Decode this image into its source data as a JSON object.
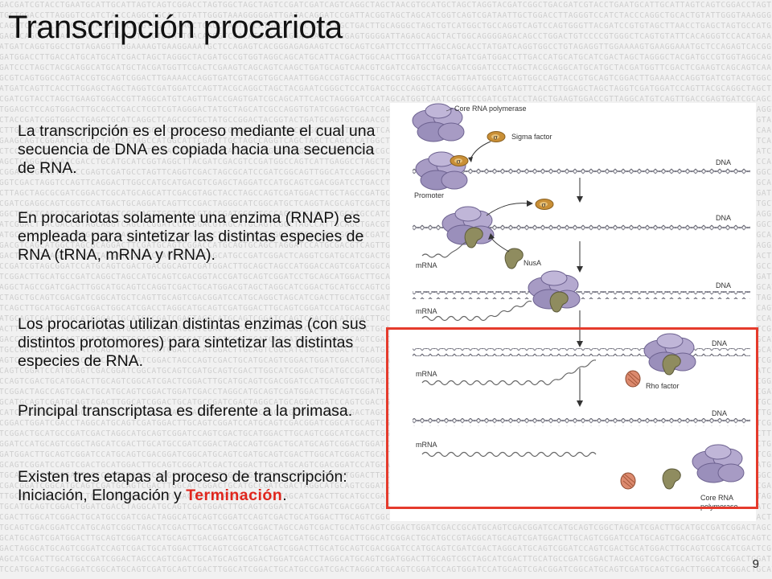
{
  "slide": {
    "title": "Transcripción procariota",
    "page_number": "9",
    "paragraphs": [
      {
        "text": "La transcripción es el proceso mediante el cual una secuencia de DNA es copiada hacia una secuencia de RNA."
      },
      {
        "text": "En procariotas solamente una enzima (RNAP) es empleada para sintetizar las distintas especies de RNA (tRNA, mRNA y rRNA)."
      },
      {
        "text": "Los procariotas utilizan distintas enzimas (con sus distintos protomores) para sintetizar las distintas especies de RNA."
      },
      {
        "text": "Principal transcriptasa es diferente a la primasa."
      },
      {
        "text_before": "Existen tres etapas al proceso de transcripción: Iniciación, Elongación y ",
        "highlight": "Terminación",
        "text_after": "."
      }
    ]
  },
  "figure": {
    "labels": {
      "core_rna_polymerase": "Core RNA polymerase",
      "sigma_factor": "Sigma factor",
      "sigma": "σ",
      "dna": "DNA",
      "promoter": "Promoter",
      "mrna": "mRNA",
      "nusa": "NusA",
      "rho_factor": "Rho factor",
      "core_rna": "Core RNA",
      "polymerase": "polymerase"
    },
    "colors": {
      "polymerase": "#a79bc4",
      "sigma": "#c98f36",
      "nusa": "#8f8c5f",
      "rho": "#dc8a6e",
      "highlight_box": "#e53b2c"
    }
  },
  "background": {
    "sequence_rows": [
      "GCTGACGATCGTACCTGAATGCATTGCATTAGTCAGTCGGACCTAGTGGCTAGCTAGTCCGATCGATCAGTCAGGCTAGCTAACGTGCATGCTAGCTAGGTACGATCG",
      "AATTGCTGGACCTTAGGGTCCATCTACCCAGGCTGCACTGTATTGGGTAAAGGGGGATTGATACAGGATCCGATTACGGTAGCTAGCATCGGTCAGTCGAT",
      "TGCCAGGTCAGTCCAGTGGGTTACGATCCGTGTAGCTTAACCTGAGCTAGTGCCATGACCTAGCTGATCAGCTGACTTGCAGGGCTAGCTGTCATGGC",
      "GGGGAGACAGCCTGGACTGTCCCCGTGGGCTCAGTGTATTCACAGGGTCCACATGAAGGAGGAGGAAGCGGGAGTGGGGATTAGAGCAGCTACTGGCA",
      "CCTATGATCAGGTGGCCTGTAGAGGTTGGAAAAGTGAAGGAAATGCTCCAGAGTCACGGGAGAGAAGTCCTGCAGTCGATTCTCCTTTAGCCAGCA",
      "ATCGATGGACCTTGACCATGCATGCATCGACTAGCTAGGGCTACGATGCCGTGGTAGGCAGCATGCATTACGACTGGCAACTTGGATCCGTATG",
      "TCGGATCCCTAGCTACGCAGGCATGCATGCTACGATGGTTCGACTCGAAGTCAGCAGTCAAGCTGATGCAGTCAACGTCGATCCATGCTGACGA",
      "ATGGCGTCAGTGGCCAGTACCGTGCAGTCGGACTTGAAAACCAGGTGATCGTACGTGGCAAATTGGACCGTAGCTTGCAGCGTAGGCCTACGGTTA",
      "GCAATGATCAGTTCACCTTGGAGCTAGCTAGGTCGATGGATCCAGTTACGCAGGCTAGCTACGAATCGGGCTCCATGACTGCCCAGGTCATCAGG",
      "TTCCGATCGTACCTAGCTGAAGTGGACCGTTAGGCATGTCAGTTGACCGAGTGATCGCAGCATTCAGCTAGGGATCCATAGCATGGTCAATCGG",
      "CAATGGAGCTCCAGTGGACTTGCACCTGACCTCGTCGTAGGGACTATGCTAGCATCGCCAGGTGTATCGGACTGACTCAGTCGGGCAACTGCA",
      "GATCTACCGATCGGTGGCCTGAGCTGCATCAGGCTCAGCCCTGCTATGCCGGACTACGGTACTGATGCAGTGCCGAACGTCAGCATGCATGGAC",
      "TGACTTGCAGGCCATGCATGAATTCGGAGTACGGATCCTCGACCTTACGCAGTCGGTACAACGTGCCTCAGTGAGGTTCAGCCATCGGTCATAG",
      "CCTGAAGCAGTCGGAATTCCCGGTAATCGTAGCCATGGCATTCGACTTGCTAGCCAGGTCAGCTAGCTCAGCCCATGGCTGACCATGCTCGAGT",
      "AGGCTCCATGCATGAGACTACCGGATGGACCTTGACATCGATCCAGGTACCGTAGTGGCATCGCAGCTTGACGGATGCGCAGTCATGCTGCAG",
      "GCTAGCTCAGGCCAGATCGACCTGCATGCATCGGTAGGCTTACGATCGACGTCCGATGGCCAGTCATTGAGGCCTAGCTGCATGGACTAGCCA",
      "TTCCGGATCCGGACTGTACCGAGTCGATGCCTAGTTCAGGTCGACTAGCGCATCCGATCGGCAGTTGGCATCCAGGGCTACGATGCATGGTCA",
      "CATGGTCGACTAGGTCCAGTTCAGGACTTGGCCATGCATGACGTCGAGCTAGGATCCATGCAGTCGACGGATCCTGACCTGCGATCAGTACGG",
      "GACCTTAGCTAGCGCGATCGGACTCGCATGCAGCATTCGACGTAGCTACCTAGCCAGTCGATGGACTTGCTAGCCGATGCATGCATCGGACTA",
      "AGTCGATCGAGGCAGTCGGTCCATGACTGCAGGATCAGTTCCGACTAGGGCATCGGCATGCTCAGGTACGCAGTCGACTGCAGGCTGACGGTCA",
      "CTAGGCTAGCTCAGCATTGCATCGACTCGGCAGTTGCTAGCAGTACCGATGGCATGCCAGGTCGAGTACTGCATGCCATCGACGGATCCGGATC",
      "TGCATCGGACTTACGACCGTAGCAGGTCAGCTCGGATCCATGGACGTAGCATGCAGTCGGCTAGCCATTGCAGCTGACGTGCATCGACTGCAGG",
      "GGCATGCTCAGGACTAGCTTGCAGTCGACCGATGGTACCGATCGACTGCATGGCTTAGGCAGTCGACCTTGCATGCGATCGGACTGATCGGCTA",
      "ACTGACGTCAGCATGGCTAGCGCAGGACTTCGATGCAGTCGGACCATGCAGTGCAGCTAGGATCCATGCGACGTCAGTTGGCATCGACTCGGCA",
      "TCGGACTGCAGTCAGCTGGACTTACGATGGCATCGACCTGCAGTAGCATGCCGATCGGACTCAGGTCGATGCATCGACTGCAGCATGGACTCGG",
      "GATCCGATCGTAGCGGATCCATGCAGTCGACTGACGGCAGTCGATGGACTTGCAGCTAGCCATGGACCAGTCGATCGGCAGTCGGATCCATGCA",
      "CAGTCGGACTTGCATGCCGATCAGGCTAGCCATGCAGTCGACGGTACCGATGCAGTCGGATCCTGCAGCATGGACTTGCATCGACGGCAGTCGA",
      "TGCAGGCTAGCCGATCGACTTGGCATGCAGTCCAGGTCGACTGCATGGACGTAGCTAGGCATCGGACTGCATGCCAGTCGATCGGACTGCATGC",
      "GGACTAGCTGCAGTCGACGATCGGCATGCTCAGTTGCAGTCGACGGATCCATGCAGGCTAGCATCGACTTGCATGCCGATCGGACTAGCCAGTC",
      "ACGTCAGCTTGCATGCAGTCGGACTGGCATCGACCTAGGCATGCAGTCGATGGACTTGCAGTCGGATCCATGCAGTCGACGGATCGGCATGCAG",
      "TCGATGCAGTCGACTTGGCATCGGACTGCATGCCGATCGACTAGGCATGCAGTCGGATCCAGTCGACTGCATGGACTTGCAGTCGGCATCGACT",
      "CGGACTTGCATGCAGTCGACGGATCCATGCAGTCGGCTAGCATCGACTTGCATGCCGATCGGACTAGCCAGTCGACTGCATGCAGTCGGACTGG",
      "ATCGACCTAGGCATGCAGTCGATGGACTTGCAGTCGGATCCATGCAGTCGACGGATCGGCATGCAGTCGATGCAGTCGACTTGGCATCGGACTG",
      "GCATGCCGATCGACTAGGCATGCAGTCGGATCCAGTCGACTGCATGGACTTGCAGTCGGCATCGACTCGGACTTGCATGCAGTCGACGGATCCA",
      "TGCAGTCGGCTAGCATCGACTTGCATGCCGATCGGACTAGCCAGTCGACTGCATGCAGTCGGACTGGATCGACCTAGGCATGCAGTCGATGGAC",
      "TTGCAGTCGGATCCATGCAGTCGACGGATCGGCATGCAGTCGATGCAGTCGACTTGGCATCGGACTGCATGCCGATCGACTAGGCATGCAGTCG",
      "GATCCAGTCGACTGCATGGACTTGCAGTCGGCATCGACTCGGACTTGCATGCAGTCGACGGATCCATGCAGTCGGCTAGCATCGACTTGCATGC",
      "CGATCGGACTAGCCAGTCGACTGCATGCAGTCGGACTGGATCGACCTAGGCATGCAGTCGATGGACTTGCAGTCGGATCCATGCAGTCGACGGA",
      "TCGGCATGCAGTCGATGCAGTCGACTTGGCATCGGACTGCATGCCGATCGACTAGGCATGCAGTCGGATCCAGTCGACTGCATGGACTTGCAGT",
      "CGGCATCGACTCGGACTTGCATGCAGTCGACGGATCCATGCAGTCGGCTAGCATCGACTTGCATGCCGATCGGACTAGCCAGTCGACTGCATGC",
      "AGTCGGACTGGATCGACCTAGGCATGCAGTCGATGGACTTGCAGTCGGATCCATGCAGTCGACGGATCGGCATGCAGTCGATGCAGTCGACTTG",
      "GCATCGGACTGCATGCCGATCGACTAGGCATGCAGTCGGATCCAGTCGACTGCATGGACTTGCAGTCGGCATCGACTCGGACTTGCATGCAGTC",
      "GACGGATCCATGCAGTCGGCTAGCATCGACTTGCATGCCGATCGGACTAGCCAGTCGACTGCATGCAGTCGGACTGGATCGACCTAGGCATGCA",
      "GTCGATGGACTTGCAGTCGGATCCATGCAGTCGACGGATCGGCATGCAGTCGATGCAGTCGACTTGGCATCGGACTGCATGCCGATCGACTAGG",
      "CATGCAGTCGGATCCAGTCGACTGCATGGACTTGCAGTCGGCATCGACTCGGACTTGCATGCAGTCGACGGATCCATGCAGTCGGCTAGCATCG",
      "ACTTGCATGCCGATCGGACTAGCCAGTCGACTGCATGCAGTCGGACTGGATCGACCTAGGCATGCAGTCGATGGACTTGCAGTCGGATCCATGC",
      "AGTCGACGGATCGGCATGCAGTCGATGCAGTCGACTTGGCATCGGACTGCATGCCGATCGACTAGGCATGCAGTCGGATCCAGTCGACTGCATG",
      "GACTTGCAGTCGGCATCGACTCGGACTTGCATGCAGTCGACGGATCCATGCAGTCGGCTAGCATCGACTTGCATGCCGATCGGACTAGCCAGTC",
      "GACTGCATGCAGTCGGACTGGATCGACCTAGGCATGCAGTCGATGGACTTGCAGTCGGATCCATGCAGTCGACGGATCGGCATGCAGTCGATGC",
      "AGTCGACTTGGCATCGGACTGCATGCCGATCGACTAGGCATGCAGTCGGATCCAGTCGACTGCATGGACTTGCAGTCGGCATCGACTCGGACTT",
      "GCATGCAGTCGACGGATCCATGCAGTCGGCTAGCATCGACTTGCATGCCGATCGGACTAGCCAGTCGACTGCATGCAGTCGGACTGGATCGACC",
      "TAGGCATGCAGTCGATGGACTTGCAGTCGGATCCATGCAGTCGACGGATCGGCATGCAGTCGATGCAGTCGACTTGGCATCGGACTGCATGCCG",
      "ATCGACTAGGCATGCAGTCGGATCCAGTCGACTGCATGGACTTGCAGTCGGCATCGACTCGGACTTGCATGCAGTCGACGGATCCATGCAGTCG",
      "GCTAGCATCGACTTGCATGCCGATCGGACTAGCCAGTCGACTGCATGCAGTCGGACTGGATCGACCTAGGCATGCAGTCGATGGACTTGCAGTC",
      "GGATCCATGCAGTCGACGGATCGGCATGCAGTCGATGCAGTCGACTTGGCATCGGACTGCATGCCGATCGACTAGGCATGCAGTCGGATCCAGT"
    ]
  }
}
